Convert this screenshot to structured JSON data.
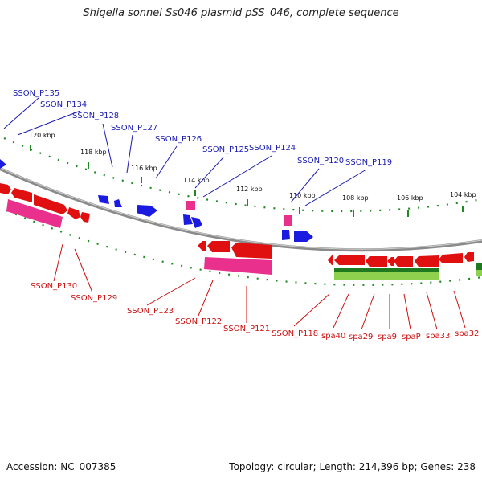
{
  "title": "Shigella sonnei Ss046 plasmid pSS_046, complete sequence",
  "footer": {
    "accession": "Accession: NC_007385",
    "info": "Topology: circular; Length: 214,396 bp; Genes: 238"
  },
  "colors": {
    "forward_cds": "#1a1ae0",
    "reverse_cds": "#e01010",
    "rna_pink": "#e8308c",
    "green_feature": "#8fd14f",
    "dark_green": "#1f7a1f",
    "backbone": "#8a8a8a",
    "label_blue": "#1a1ab4",
    "label_red": "#cc1010"
  },
  "tick_labels": [
    "120 kbp",
    "118 kbp",
    "116 kbp",
    "114 kbp",
    "112 kbp",
    "110 kbp",
    "108 kbp",
    "106 kbp",
    "104 kbp"
  ],
  "labels_blue": [
    "SSON_P135",
    "SSON_P134",
    "SSON_P128",
    "SSON_P127",
    "SSON_P126",
    "SSON_P125",
    "SSON_P124",
    "SSON_P120",
    "SSON_P119"
  ],
  "labels_red": [
    "SSON_P130",
    "SSON_P129",
    "SSON_P123",
    "SSON_P122",
    "SSON_P121",
    "SSON_P118",
    "spa40",
    "spa29",
    "spa9",
    "spaP",
    "spa33",
    "spa32"
  ]
}
